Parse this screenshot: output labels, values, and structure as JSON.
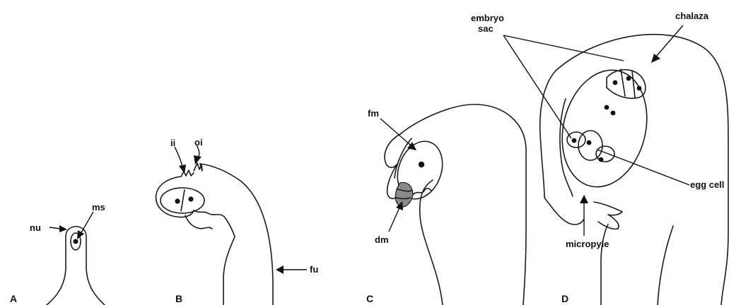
{
  "panels": {
    "a": {
      "letter": "A",
      "labels": {
        "nucellus": "nu",
        "megasporocyte": "ms"
      }
    },
    "b": {
      "letter": "B",
      "labels": {
        "inner_integument": "ii",
        "outer_integument": "oi",
        "funiculus": "fu"
      }
    },
    "c": {
      "letter": "C",
      "labels": {
        "functional_megaspore": "fm",
        "degenerating_megaspores": "dm"
      }
    },
    "d": {
      "letter": "D",
      "labels": {
        "embryo_sac_line1": "embryo",
        "embryo_sac_line2": "sac",
        "chalaza": "chalaza",
        "egg_cell": "egg cell",
        "micropyle": "micropyle"
      }
    }
  },
  "colors": {
    "ink": "#111111",
    "background": "#ffffff",
    "shading": "#8a8a8a"
  }
}
